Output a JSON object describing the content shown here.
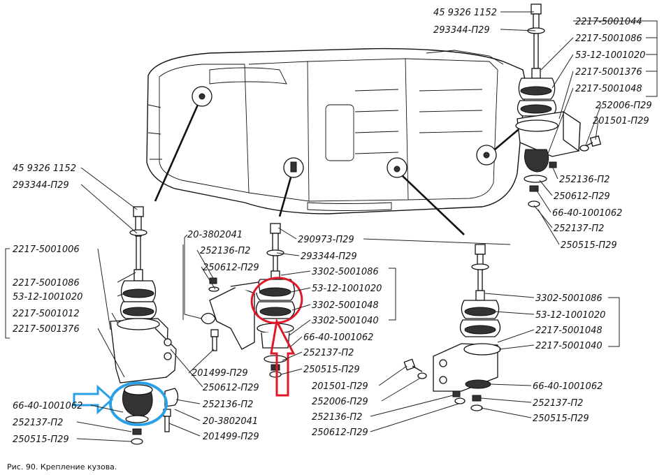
{
  "caption": "Рис. 90. Крепление кузова.",
  "labels": {
    "rt1": "45 9326 1152",
    "rt2": "293344-П29",
    "rt3": "2217-5001044",
    "rt4": "2217-5001086",
    "rt5": "53-12-1001020",
    "rt6": "2217-5001376",
    "rt7": "2217-5001048",
    "rt8": "252006-П29",
    "rt9": "201501-П29",
    "rt10": "252136-П2",
    "rt11": "250612-П29",
    "rt12": "66-40-1001062",
    "rt13": "252137-П2",
    "rt14": "250515-П29",
    "lf1": "45 9326 1152",
    "lf2": "293344-П29",
    "lf3": "2217-5001006",
    "lf4": "2217-5001086",
    "lf5": "53-12-1001020",
    "lf6": "2217-5001012",
    "lf7": "2217-5001376",
    "lf8": "66-40-1001062",
    "lf9": "252137-П2",
    "lf10": "250515-П29",
    "ct1": "20-3802041",
    "ct2": "252136-П2",
    "ct3": "250612-П29",
    "ct4": "250612-П29",
    "ct5": "252136-П2",
    "ct6": "20-3802041",
    "ct7": "201499-П29",
    "ct8": "201499-П29",
    "mc1": "290973-П29",
    "mc2": "293344-П29",
    "mc3": "3302-5001086",
    "mc4": "53-12-1001020",
    "mc5": "3302-5001048",
    "mc6": "3302-5001040",
    "mc7": "66-40-1001062",
    "mc8": "252137-П2",
    "mc9": "250515-П29",
    "mc10": "201501-П29",
    "mc11": "252006-П29",
    "mc12": "252136-П2",
    "mc13": "250612-П29",
    "rm1": "3302-5001086",
    "rm2": "53-12-1001020",
    "rm3": "2217-5001048",
    "rm4": "2217-5001040",
    "rm5": "66-40-1001062",
    "rm6": "252137-П2",
    "rm7": "250515-П29"
  },
  "colors": {
    "highlight_red": "#e0182a",
    "highlight_blue": "#2aa0e6"
  }
}
